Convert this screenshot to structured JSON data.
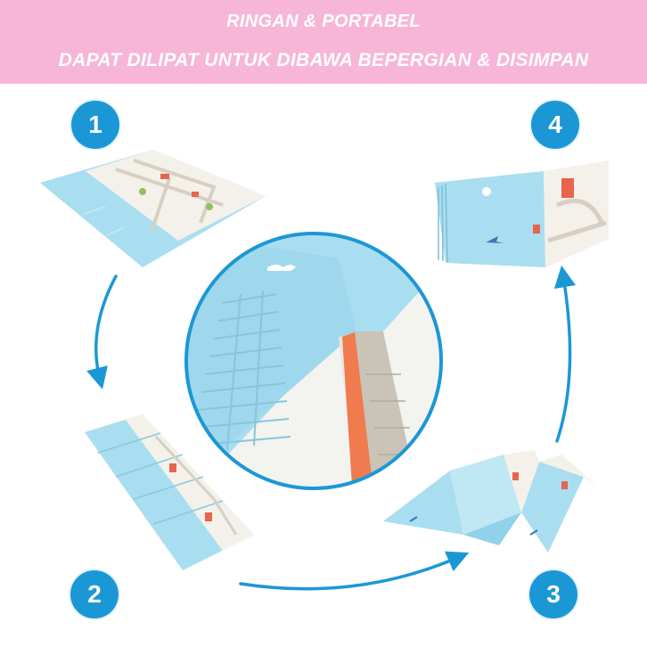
{
  "banner": {
    "line1": "RINGAN & PORTABEL",
    "line2": "DAPAT DILIPAT UNTUK DIBAWA BEPERGIAN & DISIMPAN"
  },
  "steps": [
    "1",
    "2",
    "3",
    "4"
  ],
  "colors": {
    "banner_bg": "#f7b6d8",
    "banner_text": "#ffffff",
    "accent_blue": "#1c97d6",
    "mat_blue": "#a9def0",
    "mat_cream": "#f4f1ea"
  }
}
